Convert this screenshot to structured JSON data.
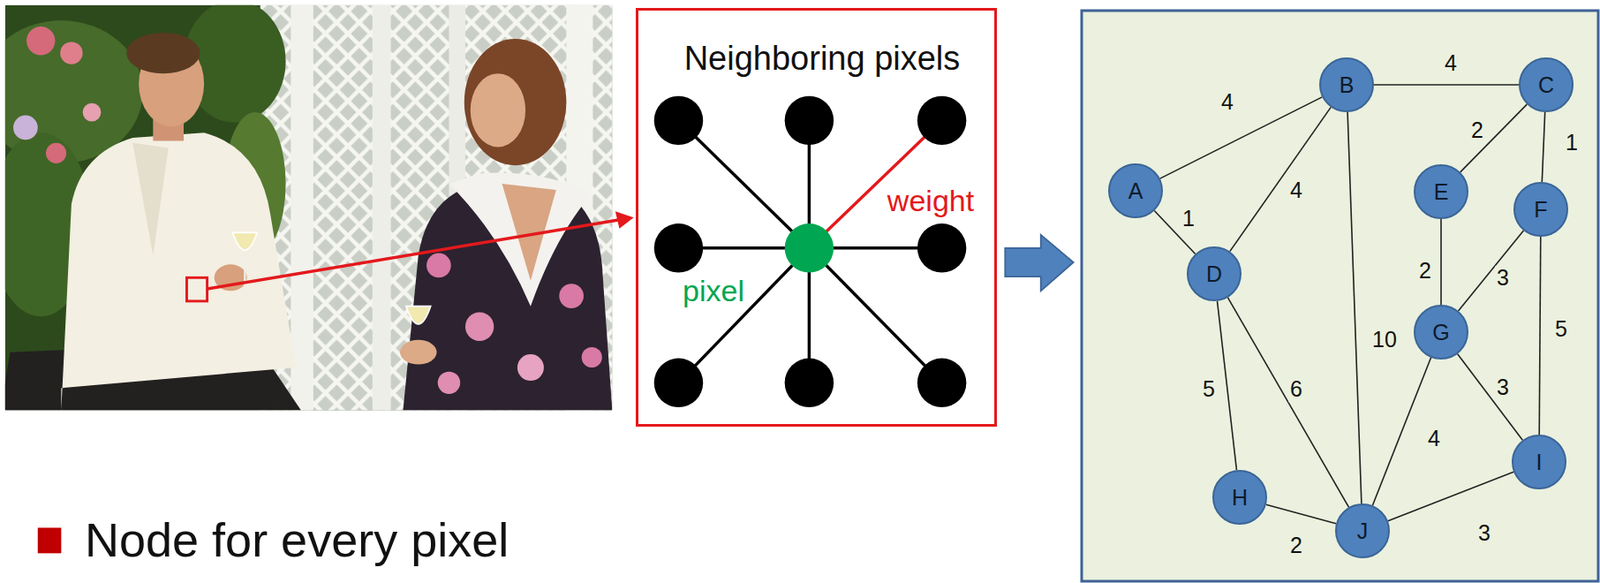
{
  "diagram": {
    "nodes": [
      {
        "text": [
          "Neighboring pixels",
          "weight",
          "pixel"
        ]
      },
      {
        "text": [
          "A"
        ]
      },
      {
        "text": [
          "B"
        ]
      },
      {
        "text": [
          "C"
        ]
      },
      {
        "text": [
          "D"
        ]
      },
      {
        "text": [
          "E"
        ]
      },
      {
        "text": [
          "F"
        ]
      },
      {
        "text": [
          "G"
        ]
      },
      {
        "text": [
          "H"
        ]
      },
      {
        "text": [
          "I"
        ]
      },
      {
        "text": [
          "J"
        ]
      }
    ],
    "edges": [
      {
        "from": 1,
        "to": 2,
        "arrow": "none",
        "label": "4"
      },
      {
        "from": 2,
        "to": 3,
        "arrow": "none",
        "label": "4"
      },
      {
        "from": 1,
        "to": 4,
        "arrow": "none",
        "label": "1"
      },
      {
        "from": 2,
        "to": 4,
        "arrow": "none",
        "label": "4"
      },
      {
        "from": 3,
        "to": 5,
        "arrow": "none",
        "label": "2"
      },
      {
        "from": 3,
        "to": 6,
        "arrow": "none",
        "label": "1"
      },
      {
        "from": 5,
        "to": 7,
        "arrow": "none",
        "label": "2"
      },
      {
        "from": 6,
        "to": 7,
        "arrow": "none",
        "label": "3"
      },
      {
        "from": 6,
        "to": 9,
        "arrow": "none",
        "label": "5"
      },
      {
        "from": 2,
        "to": 10,
        "arrow": "none",
        "label": "10"
      },
      {
        "from": 4,
        "to": 8,
        "arrow": "none",
        "label": "5"
      },
      {
        "from": 4,
        "to": 10,
        "arrow": "none",
        "label": "6"
      },
      {
        "from": 7,
        "to": 10,
        "arrow": "none",
        "label": "4"
      },
      {
        "from": 7,
        "to": 9,
        "arrow": "none",
        "label": "3"
      },
      {
        "from": 8,
        "to": 10,
        "arrow": "none",
        "label": "2"
      },
      {
        "from": 9,
        "to": 10,
        "arrow": "none",
        "label": "3"
      }
    ],
    "labels": [
      "Node for every pixel"
    ]
  }
}
